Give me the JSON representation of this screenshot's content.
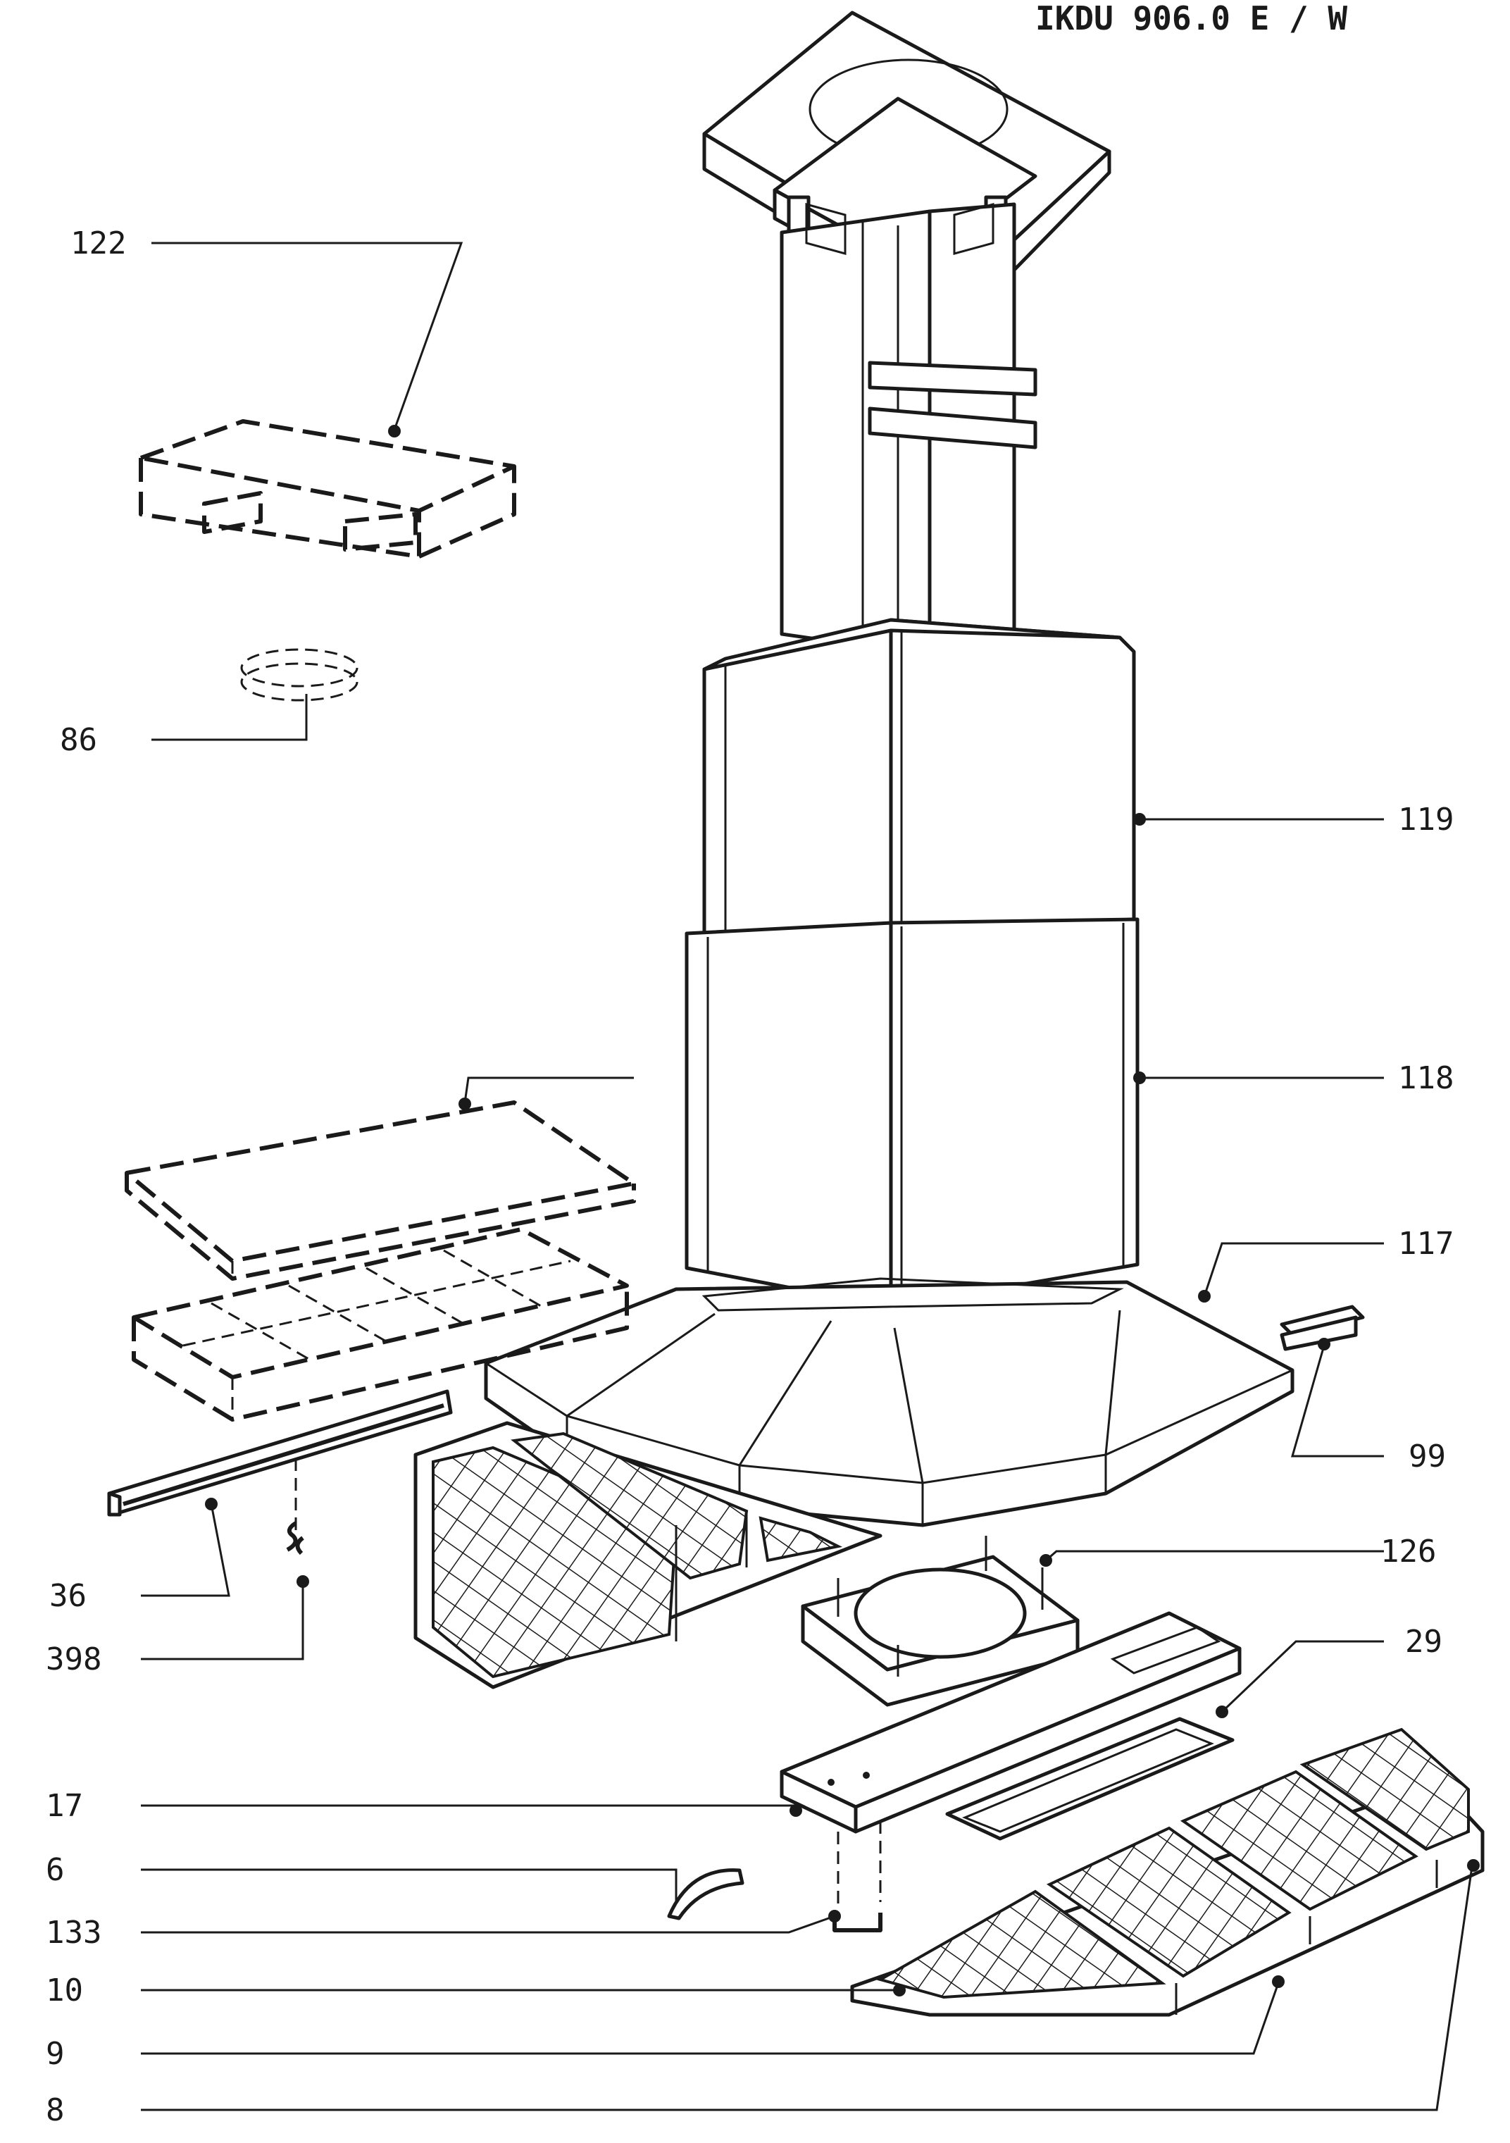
{
  "model_code": "IKDU 906.0 E / W",
  "callouts": [
    {
      "id": "122",
      "label": "122"
    },
    {
      "id": "86",
      "label": "86"
    },
    {
      "id": "119",
      "label": "119"
    },
    {
      "id": "118",
      "label": "118"
    },
    {
      "id": "117",
      "label": "117"
    },
    {
      "id": "99",
      "label": "99"
    },
    {
      "id": "126",
      "label": "126"
    },
    {
      "id": "29",
      "label": "29"
    },
    {
      "id": "36",
      "label": "36"
    },
    {
      "id": "398",
      "label": "398"
    },
    {
      "id": "17",
      "label": "17"
    },
    {
      "id": "6",
      "label": "6"
    },
    {
      "id": "133",
      "label": "133"
    },
    {
      "id": "10",
      "label": "10"
    },
    {
      "id": "9",
      "label": "9"
    },
    {
      "id": "8",
      "label": "8"
    }
  ]
}
